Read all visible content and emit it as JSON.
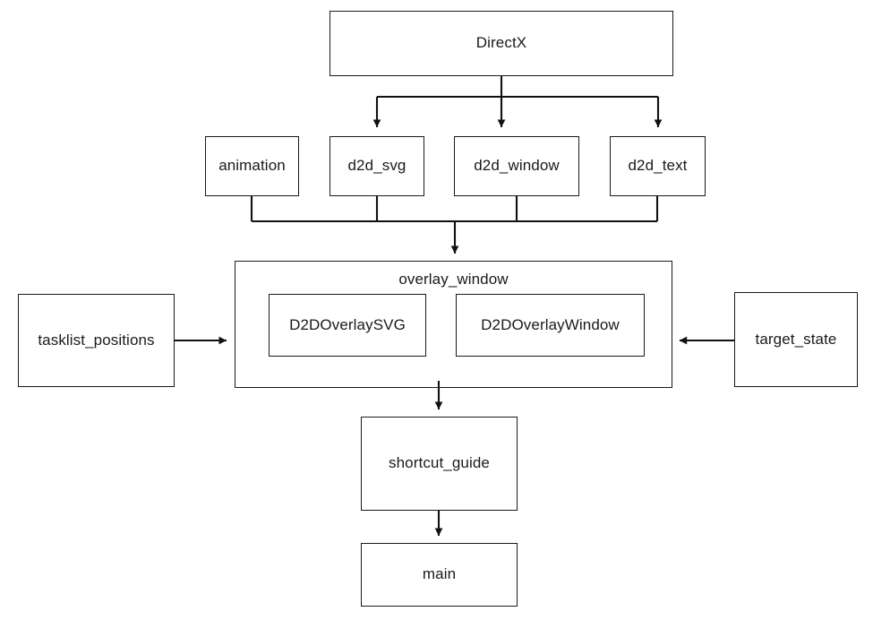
{
  "diagram": {
    "type": "flowchart",
    "title": "",
    "background_color": "#ffffff",
    "stroke_color": "#1a1a1a",
    "text_color": "#1a1a1a",
    "nodes": {
      "directx": {
        "label": "DirectX"
      },
      "animation": {
        "label": "animation"
      },
      "d2d_svg": {
        "label": "d2d_svg"
      },
      "d2d_window": {
        "label": "d2d_window"
      },
      "d2d_text": {
        "label": "d2d_text"
      },
      "overlay_window": {
        "label": "overlay_window"
      },
      "d2d_overlay_svg": {
        "label": "D2DOverlaySVG"
      },
      "d2d_overlay_window": {
        "label": "D2DOverlayWindow"
      },
      "tasklist_positions": {
        "label": "tasklist_positions"
      },
      "target_state": {
        "label": "target_state"
      },
      "shortcut_guide": {
        "label": "shortcut_guide"
      },
      "main": {
        "label": "main"
      }
    },
    "edges": [
      {
        "from": "directx",
        "to": "d2d_svg",
        "arrow": "down"
      },
      {
        "from": "directx",
        "to": "d2d_window",
        "arrow": "down"
      },
      {
        "from": "directx",
        "to": "d2d_text",
        "arrow": "down"
      },
      {
        "from": "animation",
        "to": "overlay_window",
        "arrow": "down"
      },
      {
        "from": "d2d_svg",
        "to": "overlay_window",
        "arrow": "down"
      },
      {
        "from": "d2d_window",
        "to": "overlay_window",
        "arrow": "down"
      },
      {
        "from": "d2d_text",
        "to": "overlay_window",
        "arrow": "down"
      },
      {
        "from": "tasklist_positions",
        "to": "overlay_window",
        "arrow": "right"
      },
      {
        "from": "target_state",
        "to": "overlay_window",
        "arrow": "left"
      },
      {
        "from": "overlay_window",
        "to": "shortcut_guide",
        "arrow": "down"
      },
      {
        "from": "shortcut_guide",
        "to": "main",
        "arrow": "down"
      }
    ]
  }
}
